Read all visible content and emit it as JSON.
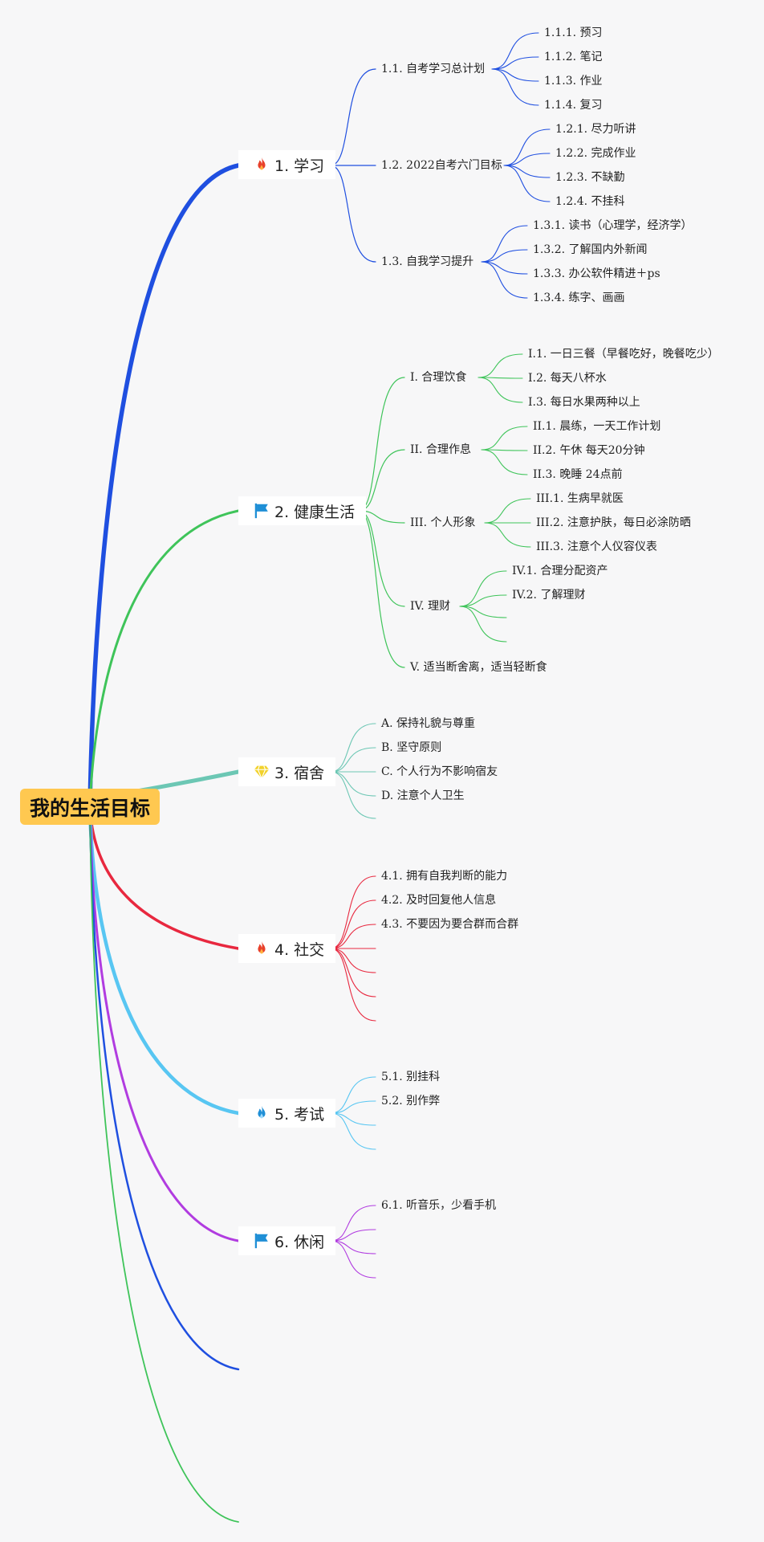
{
  "root": {
    "label": "我的生活目标"
  },
  "branches": [
    {
      "label": "1. 学习",
      "color": "#1f4fe0",
      "icon": "fire-icon",
      "iconColor": "#e8402a",
      "children": [
        {
          "label": "1.1. 自考学习总计划",
          "children": [
            {
              "label": "1.1.1. 预习"
            },
            {
              "label": "1.1.2. 笔记"
            },
            {
              "label": "1.1.3. 作业"
            },
            {
              "label": "1.1.4. 复习"
            }
          ]
        },
        {
          "label": "1.2. 2022自考六门目标",
          "children": [
            {
              "label": "1.2.1. 尽力听讲"
            },
            {
              "label": "1.2.2. 完成作业"
            },
            {
              "label": "1.2.3. 不缺勤"
            },
            {
              "label": "1.2.4. 不挂科"
            }
          ]
        },
        {
          "label": "1.3. 自我学习提升",
          "children": [
            {
              "label": "1.3.1. 读书（心理学，经济学）"
            },
            {
              "label": "1.3.2. 了解国内外新闻"
            },
            {
              "label": "1.3.3. 办公软件精进＋ps"
            },
            {
              "label": "1.3.4. 练字、画画"
            }
          ]
        }
      ]
    },
    {
      "label": "2. 健康生活",
      "color": "#3fc45a",
      "icon": "flag-icon",
      "iconColor": "#1f8fd6",
      "children": [
        {
          "label": "I. 合理饮食",
          "children": [
            {
              "label": "I.1. 一日三餐（早餐吃好，晚餐吃少）"
            },
            {
              "label": "I.2. 每天八杯水"
            },
            {
              "label": "I.3. 每日水果两种以上"
            }
          ]
        },
        {
          "label": "II. 合理作息",
          "children": [
            {
              "label": "II.1. 晨练，一天工作计划"
            },
            {
              "label": "II.2. 午休 每天20分钟"
            },
            {
              "label": "II.3. 晚睡 24点前"
            }
          ]
        },
        {
          "label": "III. 个人形象",
          "children": [
            {
              "label": "III.1. 生病早就医"
            },
            {
              "label": "III.2. 注意护肤，每日必涂防晒"
            },
            {
              "label": "III.3. 注意个人仪容仪表"
            }
          ]
        },
        {
          "label": "IV. 理财",
          "children": [
            {
              "label": "IV.1. 合理分配资产"
            },
            {
              "label": "IV.2. 了解理财"
            },
            {
              "label": ""
            },
            {
              "label": ""
            }
          ]
        },
        {
          "label": "V. 适当断舍离，适当轻断食",
          "children": []
        }
      ]
    },
    {
      "label": "3. 宿舍",
      "color": "#6cc7b4",
      "icon": "diamond-icon",
      "iconColor": "#f2d22c",
      "children": [
        {
          "label": "A. 保持礼貌与尊重"
        },
        {
          "label": "B. 坚守原则"
        },
        {
          "label": "C. 个人行为不影响宿友"
        },
        {
          "label": "D. 注意个人卫生"
        },
        {
          "label": ""
        }
      ]
    },
    {
      "label": "4. 社交",
      "color": "#e8283f",
      "icon": "fire-icon",
      "iconColor": "#e8402a",
      "children": [
        {
          "label": "4.1. 拥有自我判断的能力"
        },
        {
          "label": "4.2. 及时回复他人信息"
        },
        {
          "label": "4.3. 不要因为要合群而合群"
        },
        {
          "label": ""
        },
        {
          "label": ""
        },
        {
          "label": ""
        },
        {
          "label": ""
        }
      ]
    },
    {
      "label": "5. 考试",
      "color": "#58c6f2",
      "icon": "drop-flame-icon",
      "iconColor": "#1f8fd6",
      "children": [
        {
          "label": "5.1. 别挂科"
        },
        {
          "label": "5.2. 别作弊"
        },
        {
          "label": ""
        },
        {
          "label": ""
        }
      ]
    },
    {
      "label": "6. 休闲",
      "color": "#b13ce0",
      "icon": "flag-icon",
      "iconColor": "#1f8fd6",
      "children": [
        {
          "label": "6.1. 听音乐，少看手机"
        },
        {
          "label": ""
        },
        {
          "label": ""
        },
        {
          "label": ""
        }
      ]
    },
    {
      "label": "",
      "color": "#1f4fe0",
      "icon": "",
      "children": []
    },
    {
      "label": "",
      "color": "#3fc45a",
      "icon": "",
      "children": []
    }
  ]
}
